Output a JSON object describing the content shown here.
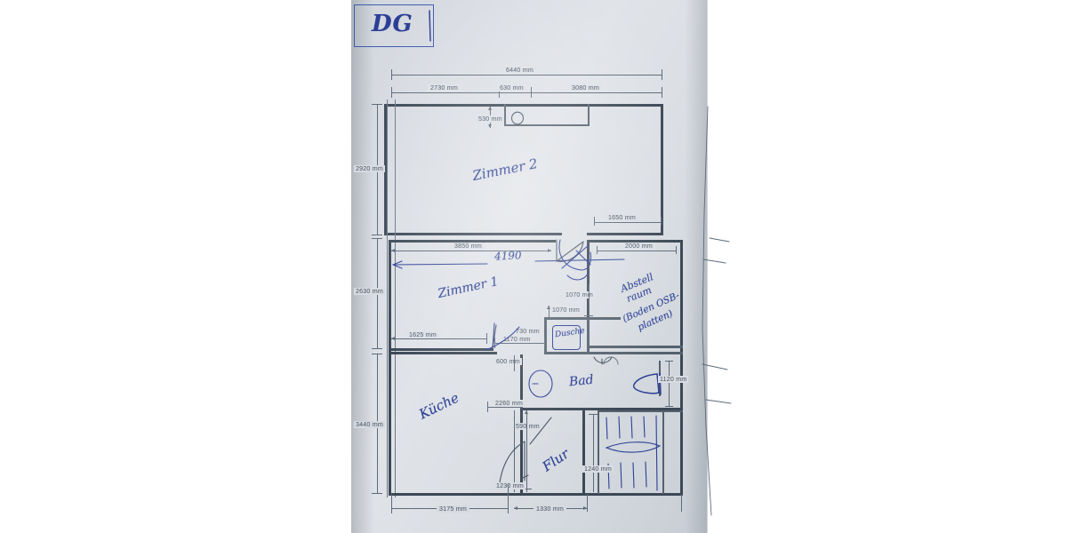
{
  "document": {
    "type": "architectural-floor-plan",
    "medium": "photographed hand-annotated printout",
    "title_box_label": "DG",
    "units": "mm"
  },
  "rooms": [
    {
      "key": "zimmer2",
      "label": "Zimmer 2"
    },
    {
      "key": "zimmer1",
      "label": "Zimmer 1"
    },
    {
      "key": "kueche",
      "label": "Küche"
    },
    {
      "key": "bad",
      "label": "Bad"
    },
    {
      "key": "flur",
      "label": "Flur"
    },
    {
      "key": "dusche",
      "label": "Dusche"
    },
    {
      "key": "abstell",
      "label": "Abstell"
    },
    {
      "key": "abstell2",
      "label": "raum"
    },
    {
      "key": "abstell3",
      "label": "(Boden OSB-"
    },
    {
      "key": "abstell4",
      "label": "platten)"
    }
  ],
  "handwritten_notes": [
    {
      "key": "note_4190",
      "label": "4190"
    }
  ],
  "dimensions": {
    "top": {
      "overall": "6440 mm",
      "segments": [
        "2730 mm",
        "630 mm",
        "3080 mm"
      ],
      "window_offset": "530 mm"
    },
    "left": {
      "zimmer2_depth": "2920 mm",
      "zimmer1_depth": "2630 mm",
      "kueche_depth": "3440 mm"
    },
    "middle_band": {
      "zimmer1_width": "3850 mm",
      "abstell_width": "2000 mm",
      "door_offset": "1650 mm"
    },
    "interior": {
      "kueche_wall": "1625 mm",
      "dusche_width_a": "1170 mm",
      "dusche_width_b": "730 mm",
      "dusche_depth_a": "1070 mm",
      "dusche_depth_b": "1070 mm",
      "bad_offset": "600 mm",
      "bad_wall": "2260 mm",
      "flur_wall": "590 mm",
      "wc_width": "1120 mm",
      "stair_width": "1240 mm",
      "door_flur": "1230 mm"
    },
    "bottom": {
      "segments": [
        "3175 mm",
        "1330 mm"
      ]
    }
  },
  "colors": {
    "ink_blue": "#2b3f95",
    "print_gray": "#3c4856",
    "dim_gray": "#5d6a79",
    "paper": "#d9dde3"
  }
}
